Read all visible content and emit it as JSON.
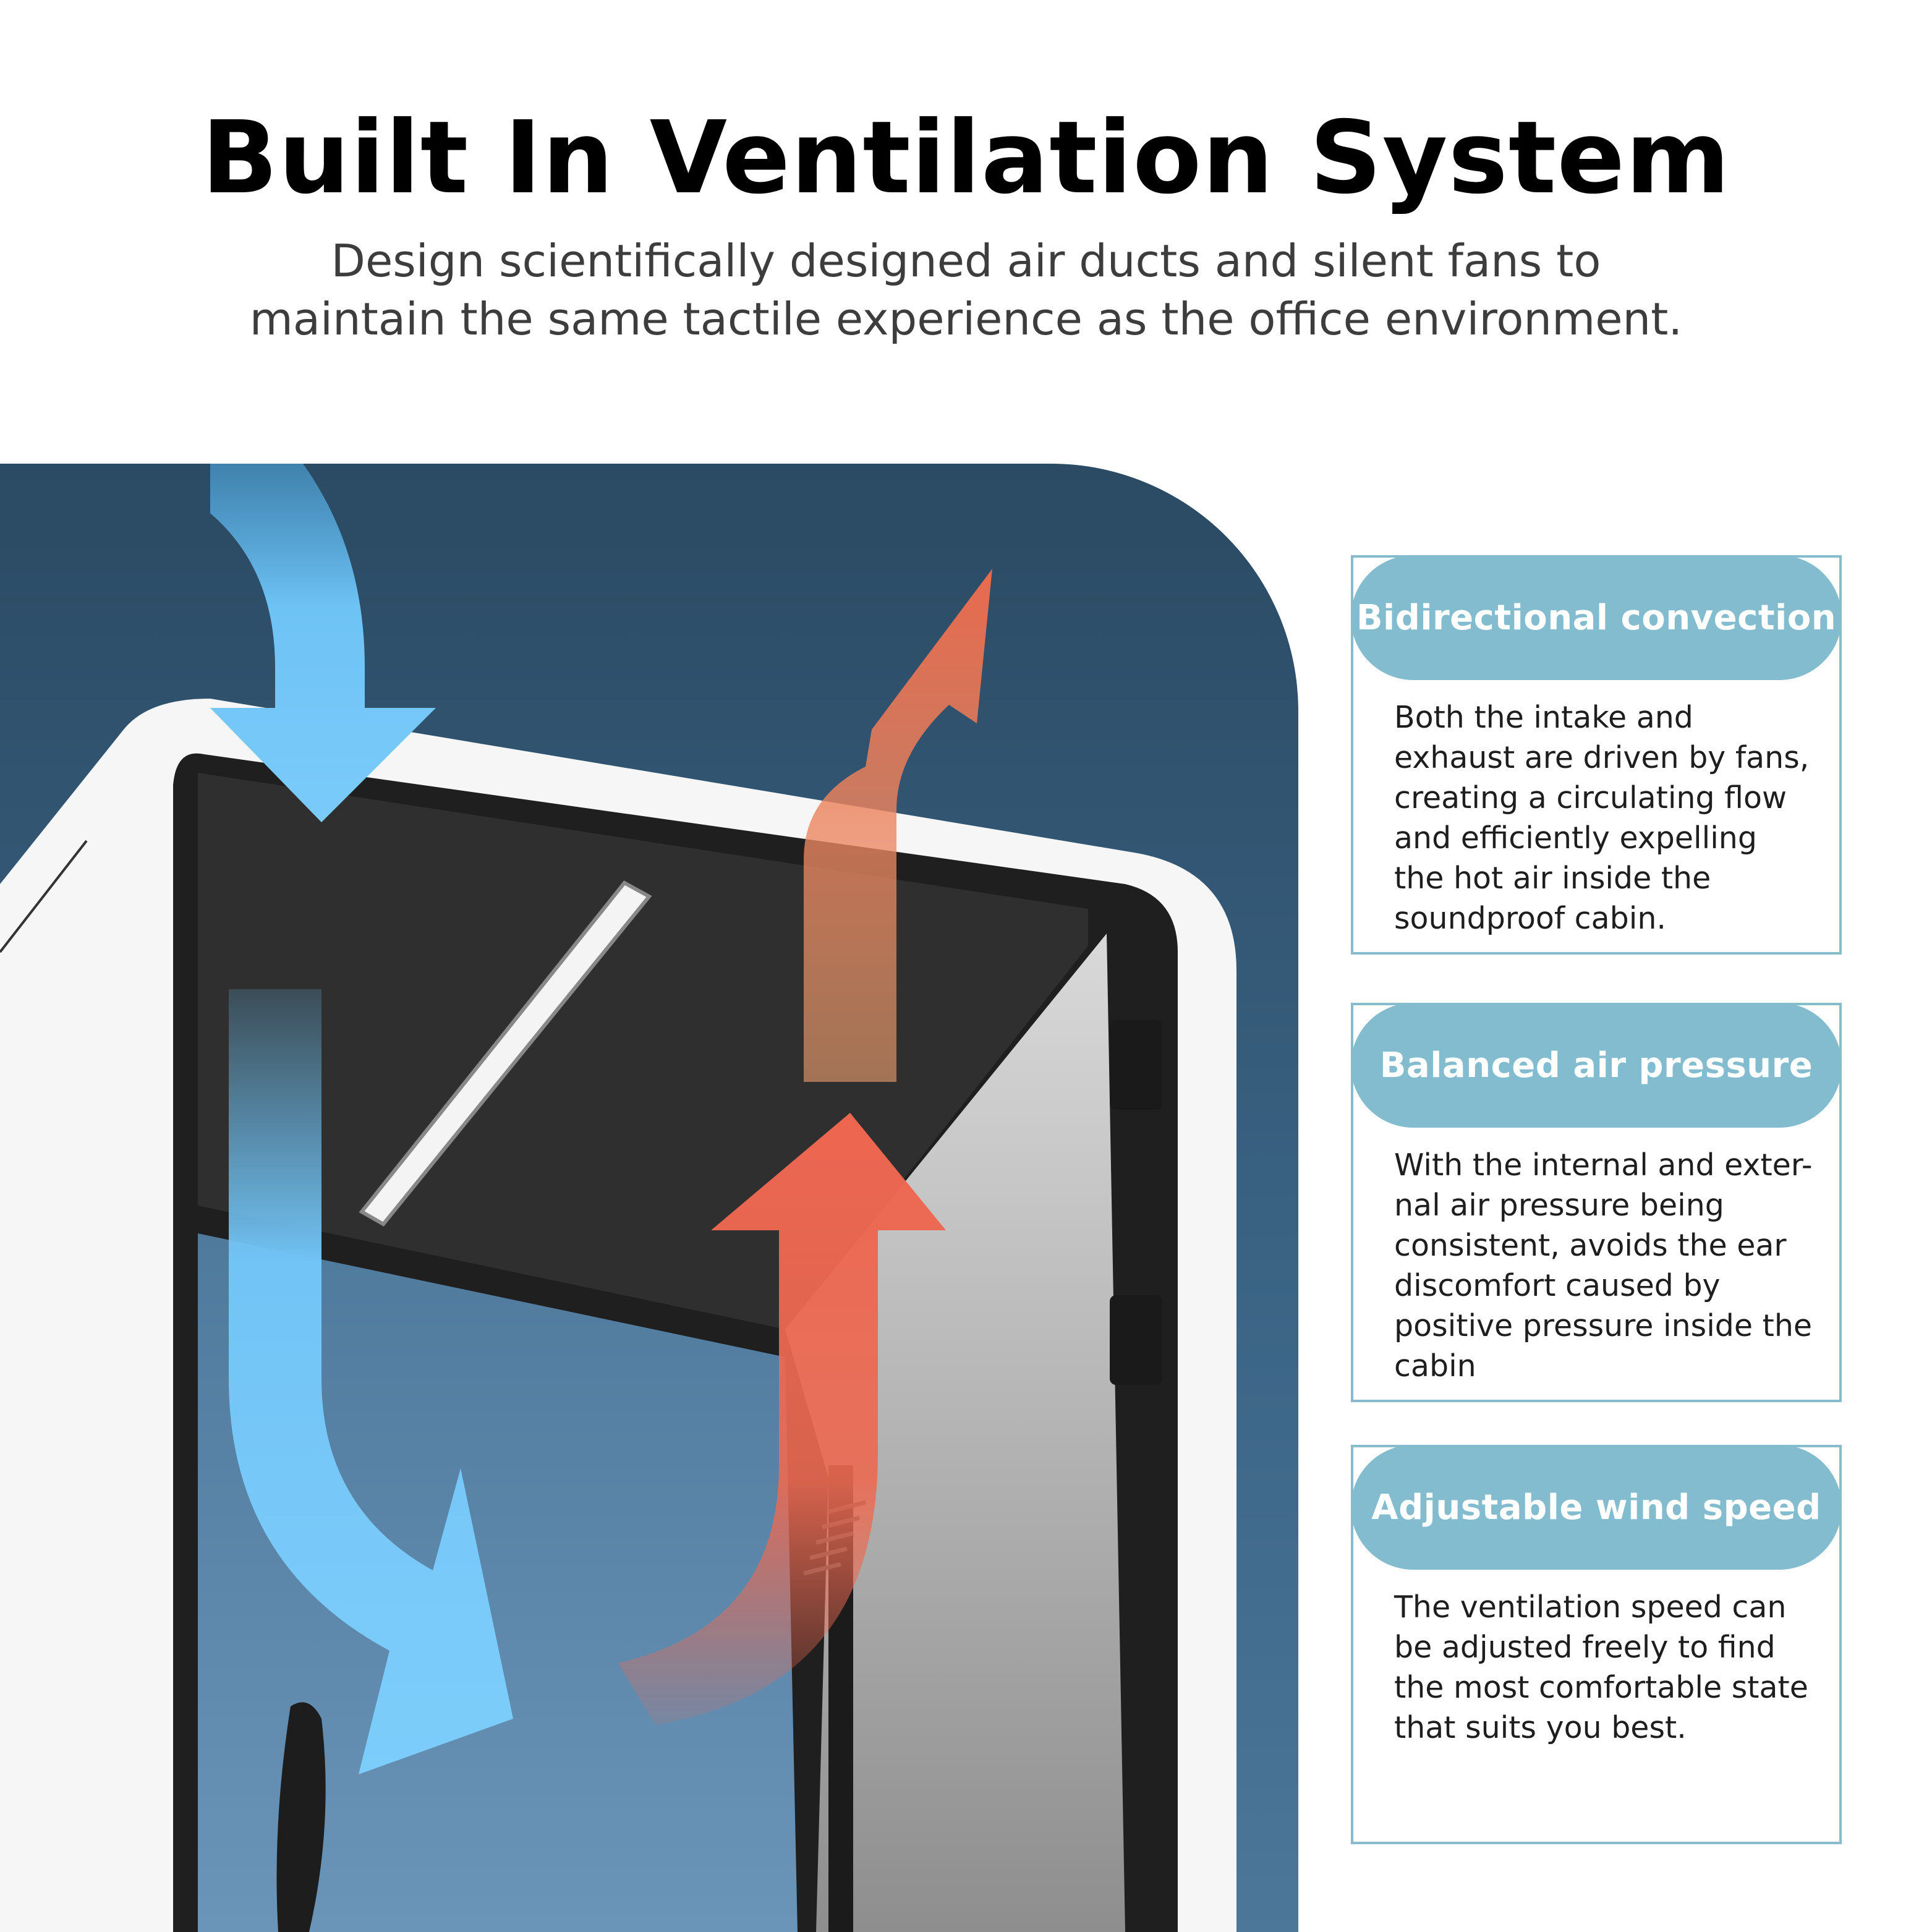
{
  "header": {
    "title": "Built In Ventilation System",
    "subtitle_line1": "Design scientifically designed air ducts and silent fans to",
    "subtitle_line2": "maintain the same tactile experience as the office environment."
  },
  "features": [
    {
      "title": "Bidirectional convection",
      "body": "Both the intake and exhaust are driven by fans, creating a circulating flow and efficiently expelling the hot air inside the soundproof cabin."
    },
    {
      "title": "Balanced air pressure",
      "body": "With the internal and exter-nal air pressure being consistent, avoids the ear discomfort caused by positive pressure inside the cabin"
    },
    {
      "title": "Adjustable wind speed",
      "body": "The ventilation speed can be adjusted freely to find the most comfortable state that suits you best."
    }
  ],
  "colors": {
    "intake_arrow": "#6ec3f5",
    "exhaust_arrow": "#ec6a52",
    "card_accent": "#82bcce",
    "background_blue": "#3a6384"
  }
}
